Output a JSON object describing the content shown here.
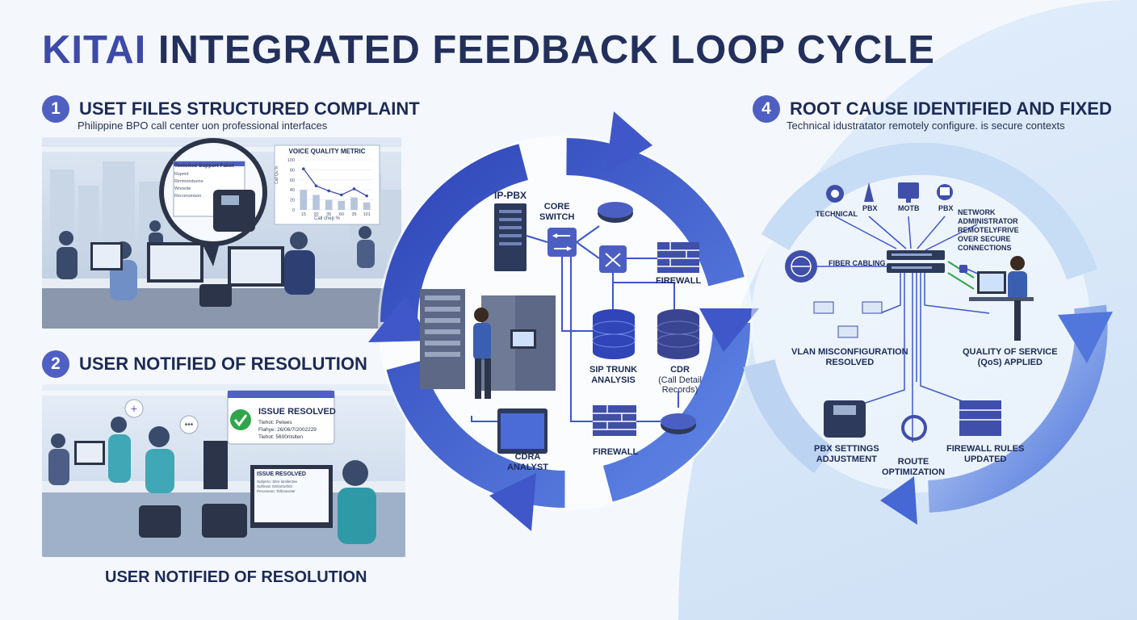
{
  "title": {
    "brand": "KITAI",
    "rest": "INTEGRATED FEEDBACK LOOP CYCLE"
  },
  "steps": {
    "s1": {
      "num": "1",
      "heading": "USET FILES STRUCTURED COMPLAINT",
      "sub": "Philippine BPO call center uon professional interfaces"
    },
    "s2": {
      "num": "2",
      "heading": "USER NOTIFIED OF RESOLUTION"
    },
    "s4": {
      "num": "4",
      "heading": "ROOT CAUSE IDENTIFIED AND FIXED",
      "sub": "Technical idustratator remotely configure. is secure contexts"
    }
  },
  "panel1": {
    "form_title": "Textolied Support Faket",
    "form_fields": [
      "Rspmd",
      "Rimmonduene",
      "Wnoede",
      "Recrerumaon"
    ],
    "chart_title": "VOICE QUALITY METRIC",
    "chart_ylabel": "Call Qu %",
    "chart_xlabel": "Call chep %"
  },
  "chart_data": {
    "type": "line",
    "title": "VOICE QUALITY METRIC",
    "ylim": [
      0,
      100
    ],
    "yticks": [
      "100",
      "80",
      "60",
      "40",
      "20",
      "0"
    ],
    "categories": [
      "15",
      "20",
      "35",
      "60",
      "35",
      "101"
    ],
    "values": [
      82,
      48,
      38,
      30,
      42,
      28
    ],
    "bar_values": [
      40,
      30,
      20,
      18,
      25,
      15
    ]
  },
  "panel2": {
    "popup_title": "ISSUE RESOLVED",
    "popup_lines": [
      "Tiehot: Petees",
      "Flahye: 26/06/7/2002229",
      "Tiehot: 5600ntslten"
    ],
    "monitor_title": "ISSUE RESOLVED",
    "monitor_lines": [
      "Subjerto: Sitre lomilectee",
      "Sulfmed: 02/5101/002",
      "Perceneso: Tirlloranoter"
    ]
  },
  "bottom_caption": "USER NOTIFIED OF RESOLUTION",
  "center": {
    "ippbx": "IP-PBX",
    "core_switch": [
      "CORE",
      "SWITCH"
    ],
    "firewall_top": "FIREWALL",
    "sip": [
      "SIP TRUNK",
      "ANALYSIS"
    ],
    "cdr": [
      "CDR",
      "(Call Detail Records)"
    ],
    "cdra": [
      "CDRA",
      "ANALYST"
    ],
    "firewall_bottom": "FIREWALL"
  },
  "right": {
    "icons": [
      "TECHNICAL",
      "PBX",
      "MOTB",
      "PBX"
    ],
    "netadmin": [
      "NETWORK",
      "ADMINISTRATOR",
      "REMOTELYFRIVE",
      "OVER SECURE",
      "CONNECTIONS"
    ],
    "fiber": "FIBER CABLING",
    "vlan": [
      "VLAN MISCONFIGURATION",
      "RESOLVED"
    ],
    "qos": [
      "QUALITY OF SERVICE",
      "(QoS) APPLIED"
    ],
    "pbx_settings": [
      "PBX SETTINGS",
      "ADJUSTMENT"
    ],
    "route": [
      "ROUTE",
      "OPTIMIZATION"
    ],
    "firewall_rules": [
      "FIREWALL RULES",
      "UPDATED"
    ]
  },
  "colors": {
    "accent": "#3e4aa8",
    "dark_text": "#1d2a55",
    "arrow_blue": "#4a67d6",
    "light_arrow": "#b8d3f3",
    "check_green": "#2fa64a"
  }
}
